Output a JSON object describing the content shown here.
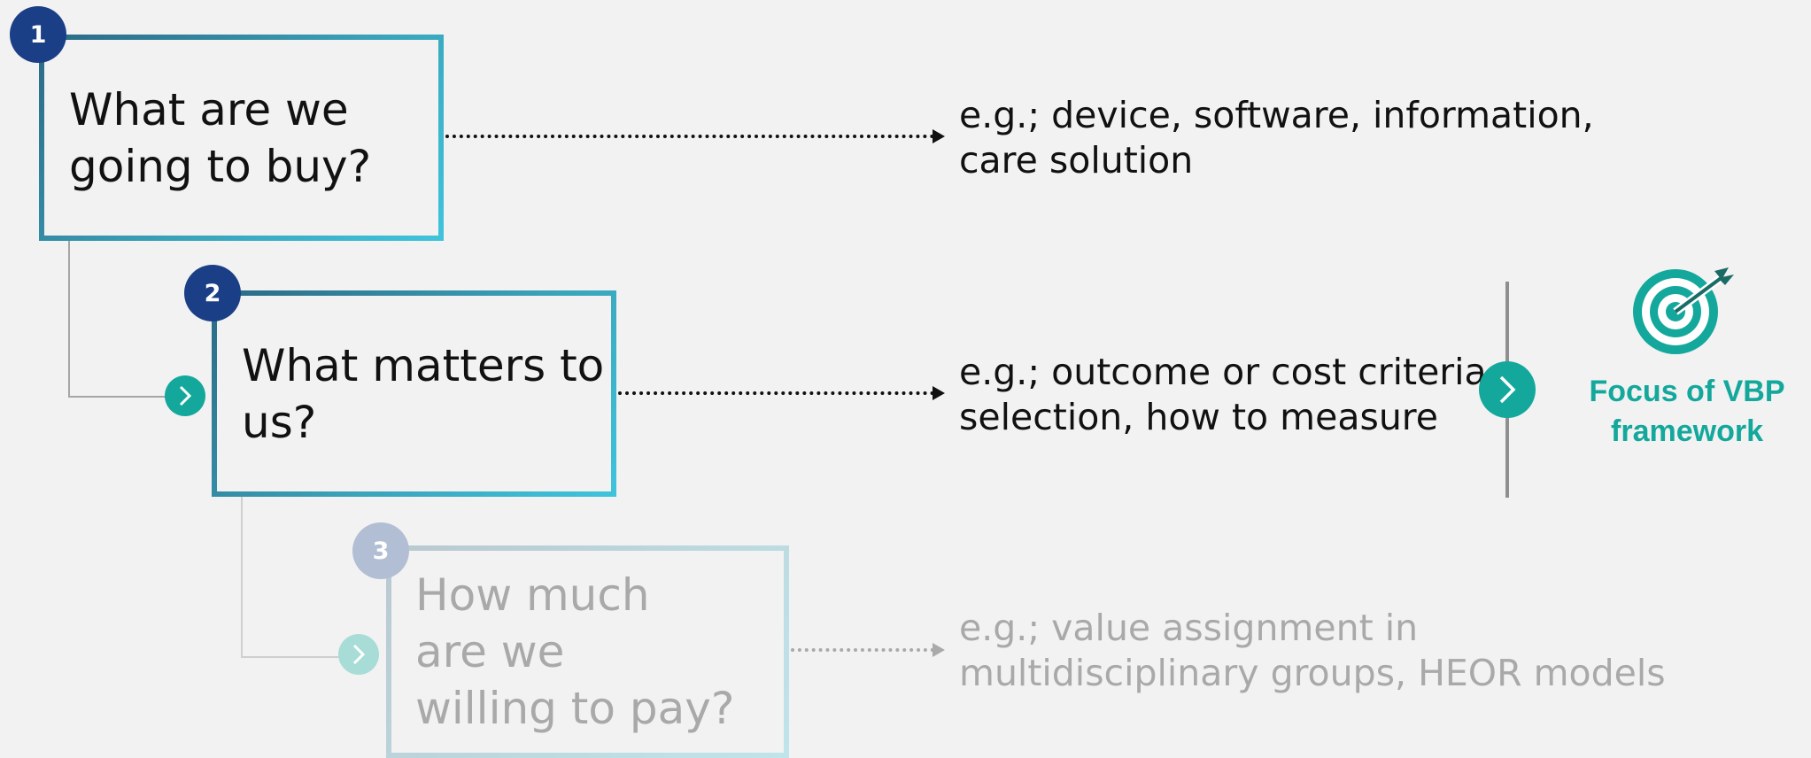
{
  "steps": [
    {
      "number": "1",
      "question": [
        "What are we",
        "going to buy?"
      ],
      "example": [
        "e.g.; device, software, information,",
        "care solution"
      ]
    },
    {
      "number": "2",
      "question": [
        "What matters to",
        "us?"
      ],
      "example": [
        "e.g.; outcome or cost criteria",
        "selection, how to measure"
      ]
    },
    {
      "number": "3",
      "question": [
        "How much",
        "are we",
        "willing to pay?"
      ],
      "example": [
        "e.g.; value assignment in",
        "multidisciplinary groups, HEOR models"
      ]
    }
  ],
  "focus": {
    "label": [
      "Focus of VBP",
      "framework"
    ],
    "icon": "target-icon"
  },
  "colors": {
    "navy": "#1b3f86",
    "teal": "#14a89c",
    "box_border_start": "#2b6985",
    "box_border_end": "#3fc4dc",
    "faded": "#a9a9a9"
  }
}
